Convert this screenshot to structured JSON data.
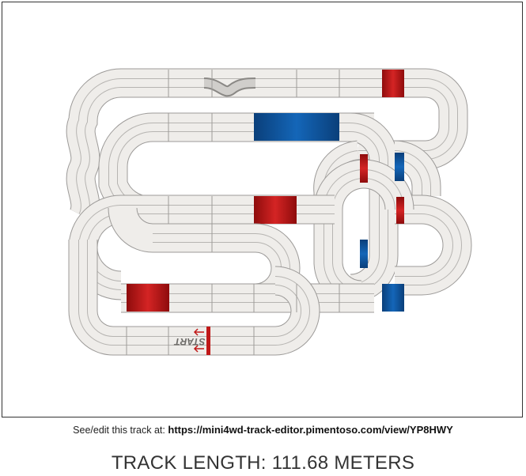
{
  "track": {
    "start_label": "START",
    "colors": {
      "base": "#efedea",
      "edge": "#9c9a98",
      "lane": "#b6b4b1",
      "red": "#c01818",
      "blue": "#0d58a3",
      "crossover": "#cfcdc9"
    }
  },
  "footer": {
    "prefix": "See/edit this track at:",
    "url": "https://mini4wd-track-editor.pimentoso.com/view/YP8HWY",
    "length_text": "TRACK LENGTH: 111.68 METERS"
  }
}
